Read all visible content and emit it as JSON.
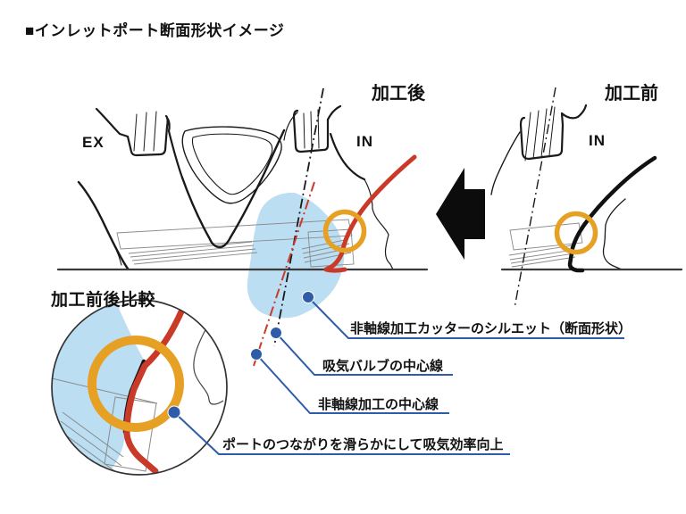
{
  "page": {
    "title": "■インレットポート断面形状イメージ"
  },
  "diagram": {
    "after": {
      "title": "加工後",
      "exhaust_label": "EX",
      "intake_label": "IN"
    },
    "before": {
      "title": "加工前",
      "intake_label": "IN"
    },
    "comparison": {
      "title": "加工前後比較"
    }
  },
  "callouts": {
    "cutter_silhouette": "非軸線加工カッターのシルエット（断面形状）",
    "valve_centerline": "吸気バルブの中心線",
    "machining_centerline": "非軸線加工の中心線",
    "port_smoothing": "ポートのつながりを滑らかにして吸気効率向上"
  },
  "colors": {
    "highlight_orange": "#E6A023",
    "machined_red": "#C93A28",
    "cutter_silhouette_blue": "#BCDEF2",
    "callout_blue": "#2E5CA8",
    "line_black": "#1A1A1A"
  }
}
